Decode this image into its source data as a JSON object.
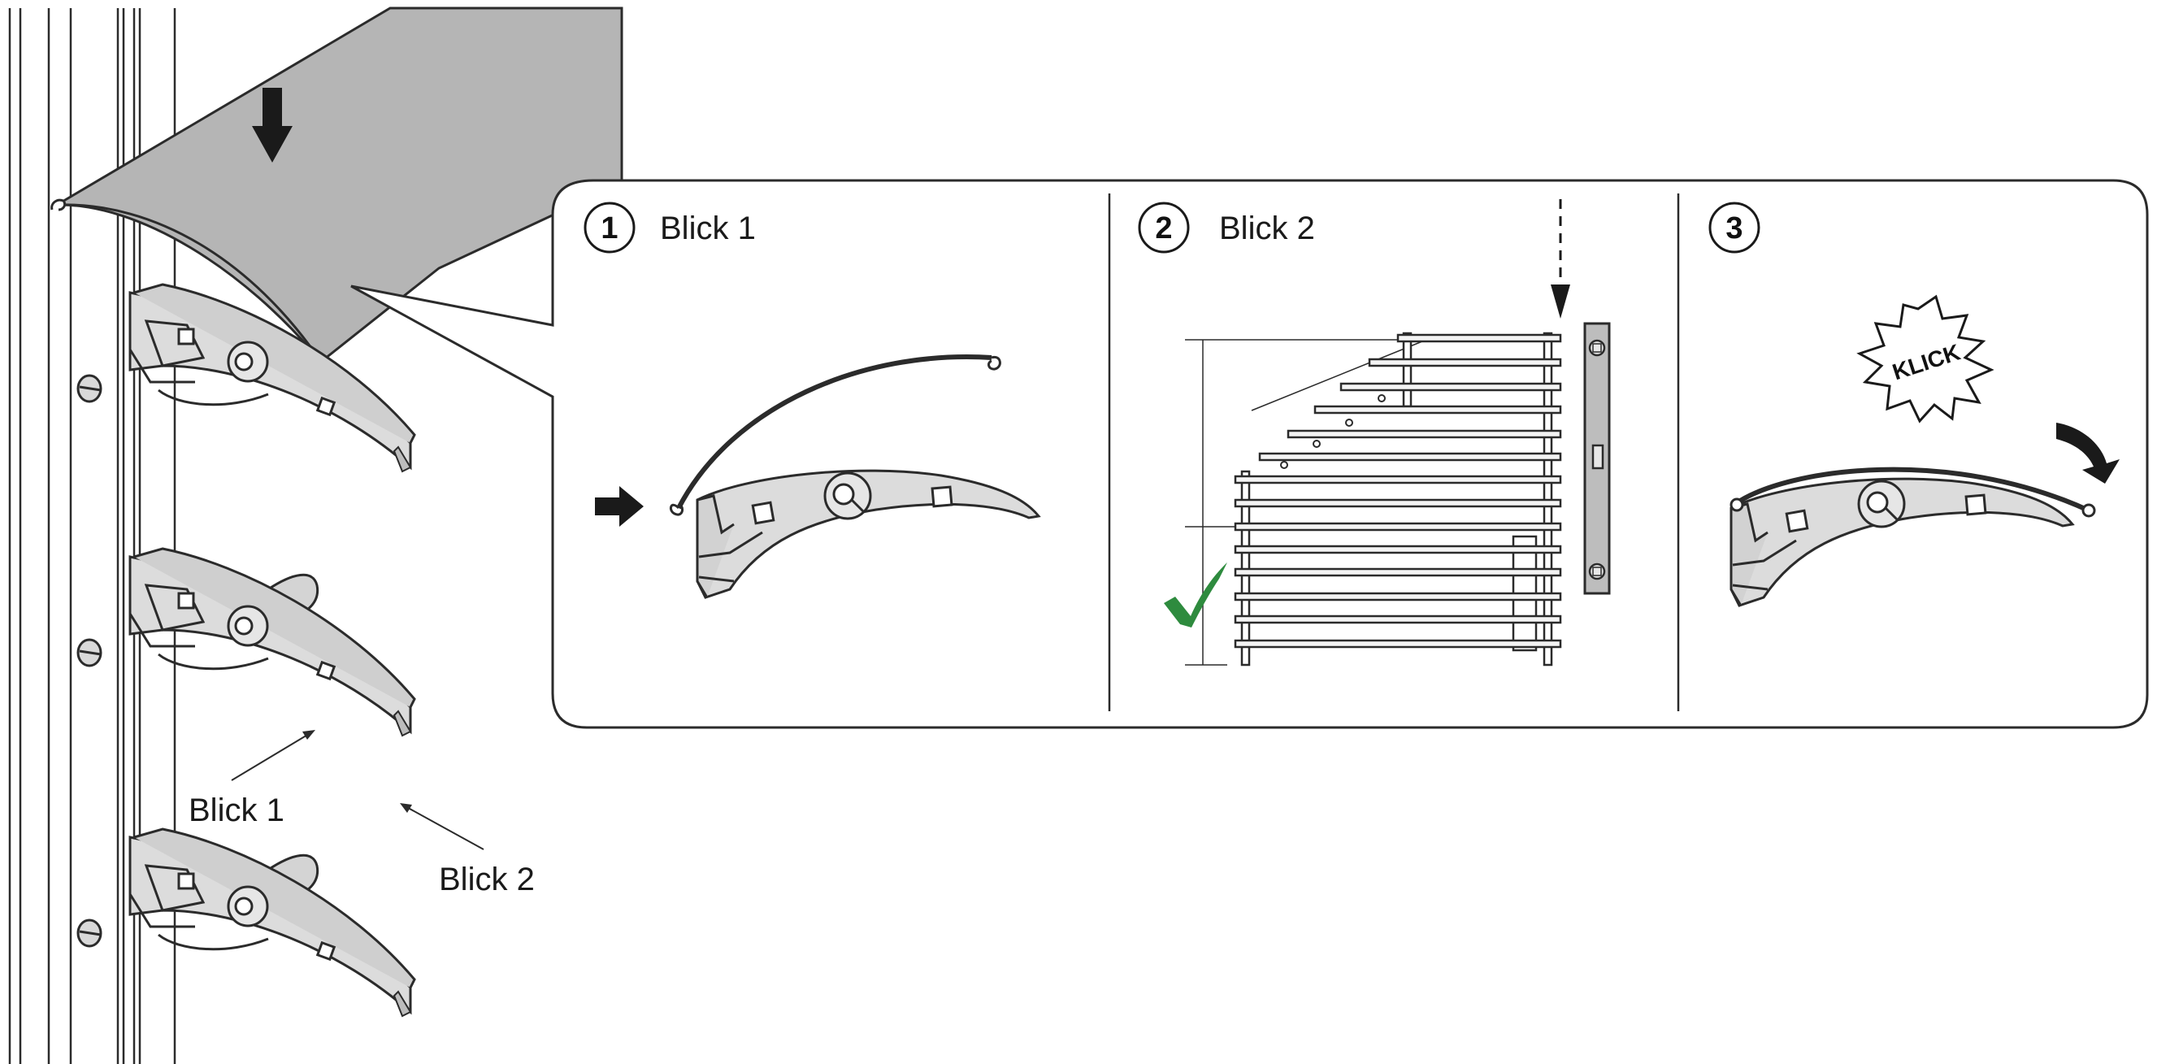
{
  "labels": {
    "blick1": "Blick 1",
    "blick2": "Blick 2"
  },
  "panels": [
    {
      "number": "1",
      "title": "Blick 1"
    },
    {
      "number": "2",
      "title": "Blick 2"
    },
    {
      "number": "3",
      "title": ""
    }
  ],
  "klick": "KLICK",
  "colors": {
    "line": "#2b2b2b",
    "canopy": "#b5b5b5",
    "bracket": "#dcdcdc",
    "check": "#2e8b3e"
  },
  "icons": [
    "down-arrow-icon",
    "right-arrow-icon",
    "checkmark-icon",
    "curved-arrow-icon",
    "klick-starburst-icon"
  ]
}
